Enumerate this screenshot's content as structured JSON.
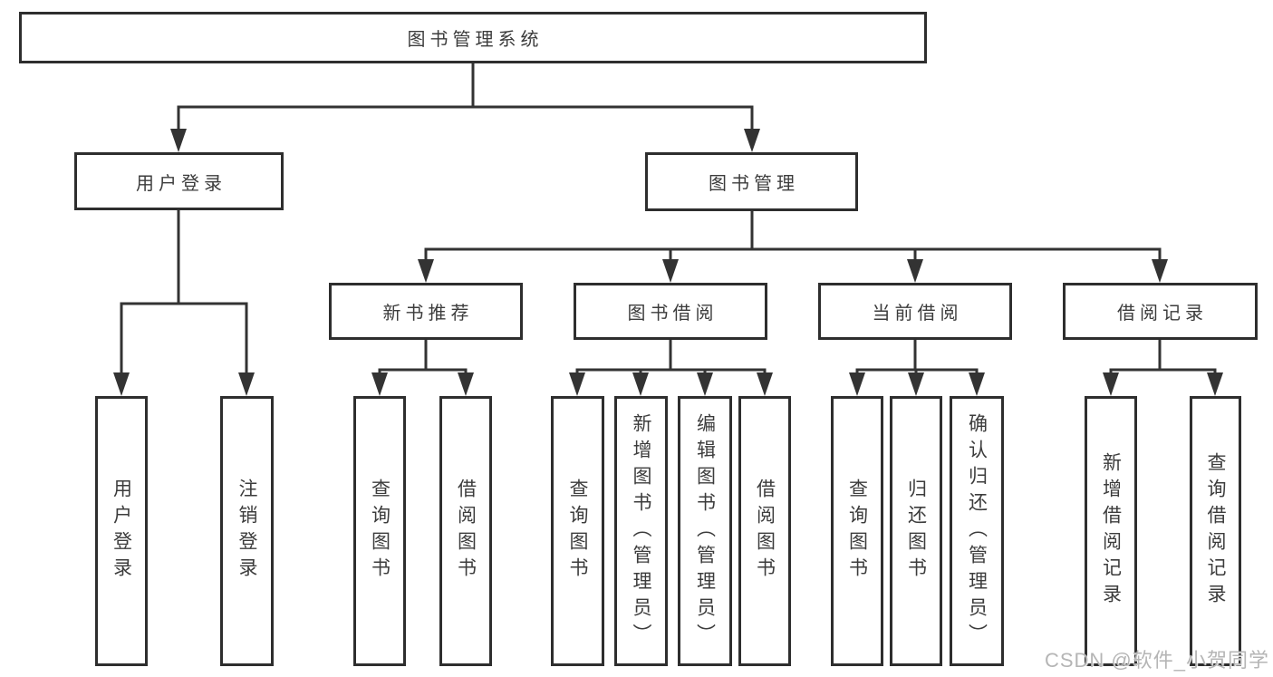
{
  "diagram": {
    "root": {
      "label": "图书管理系统",
      "children": [
        {
          "label": "用户登录",
          "children": [
            {
              "label": "用户登录"
            },
            {
              "label": "注销登录"
            }
          ]
        },
        {
          "label": "图书管理",
          "children": [
            {
              "label": "新书推荐",
              "children": [
                {
                  "label": "查询图书"
                },
                {
                  "label": "借阅图书"
                }
              ]
            },
            {
              "label": "图书借阅",
              "children": [
                {
                  "label": "查询图书"
                },
                {
                  "label": "新增图书（管理员）"
                },
                {
                  "label": "编辑图书（管理员）"
                },
                {
                  "label": "借阅图书"
                }
              ]
            },
            {
              "label": "当前借阅",
              "children": [
                {
                  "label": "查询图书"
                },
                {
                  "label": "归还图书"
                },
                {
                  "label": "确认归还（管理员）"
                }
              ]
            },
            {
              "label": "借阅记录",
              "children": [
                {
                  "label": "新增借阅记录"
                },
                {
                  "label": "查询借阅记录"
                }
              ]
            }
          ]
        }
      ]
    }
  },
  "watermark": {
    "text": "CSDN @软件_小贺同学"
  },
  "colors": {
    "line": "#333333",
    "box_border": "#2e2e2e",
    "text": "#3c3c3c",
    "watermark": "#b5b5b5",
    "background": "#ffffff"
  }
}
